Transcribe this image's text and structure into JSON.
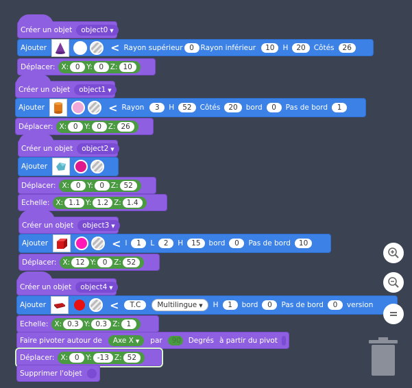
{
  "blocks": {
    "create_label": "Créer un objet",
    "add_label": "Ajouter",
    "move_label": "Déplacer:",
    "scale_label": "Echelle:",
    "rotate_label": "Faire pivoter autour de",
    "delete_label": "Supprimer l'objet",
    "x_label": "X:",
    "y_label": "Y:",
    "z_label": "Z:",
    "obj0": {
      "name": "object0",
      "add": {
        "rayon_sup_label": "Rayon supérieur",
        "rayon_sup": "0",
        "rayon_inf_label": "Rayon inférieur",
        "rayon_inf": "10",
        "h_label": "H",
        "h": "20",
        "cotes_label": "Côtés",
        "cotes": "26",
        "color": "#ffffff"
      },
      "move": {
        "x": "0",
        "y": "0",
        "z": "10"
      }
    },
    "obj1": {
      "name": "object1",
      "add": {
        "rayon_label": "Rayon",
        "rayon": "3",
        "h_label": "H",
        "h": "52",
        "cotes_label": "Côtés",
        "cotes": "20",
        "bord_label": "bord",
        "bord": "0",
        "pas_label": "Pas de bord",
        "pas": "1",
        "color": "#f0a8d8"
      },
      "move": {
        "x": "0",
        "y": "0",
        "z": "26"
      }
    },
    "obj2": {
      "name": "object2",
      "add": {
        "color": "#e0198c"
      },
      "move": {
        "x": "0",
        "y": "0",
        "z": "52"
      },
      "scale": {
        "x": "1.1",
        "y": "1.2",
        "z": "1.4"
      }
    },
    "obj3": {
      "name": "object3",
      "add": {
        "l_label": "l",
        "l": "1",
        "L_label": "L",
        "L": "2",
        "h_label": "H",
        "h": "15",
        "bord_label": "bord",
        "bord": "0",
        "pas_label": "Pas de bord",
        "pas": "10",
        "color": "#ff1ab8"
      },
      "move": {
        "x": "12",
        "y": "0",
        "z": "52"
      }
    },
    "obj4": {
      "name": "object4",
      "add": {
        "text": "T.C",
        "font": "Multilingue",
        "h_label": "H",
        "h": "1",
        "bord_label": "bord",
        "bord": "0",
        "pas_label": "Pas de bord",
        "pas": "0",
        "version_label": "version",
        "color": "#e81010"
      },
      "scale": {
        "x": "0.3",
        "y": "0.3",
        "z": "1"
      },
      "rotate": {
        "axis": "Axe X",
        "par_label": "par",
        "angle": "90",
        "degres_label": "Degrés",
        "pivot_label": "à partir du pivot"
      },
      "move": {
        "x": "0",
        "y": "-13",
        "z": "52"
      }
    }
  },
  "zoom": {
    "in_icon": "zoom-in-icon",
    "out_icon": "zoom-out-icon",
    "reset_icon": "zoom-reset-icon"
  },
  "trash_icon": "trash-icon"
}
